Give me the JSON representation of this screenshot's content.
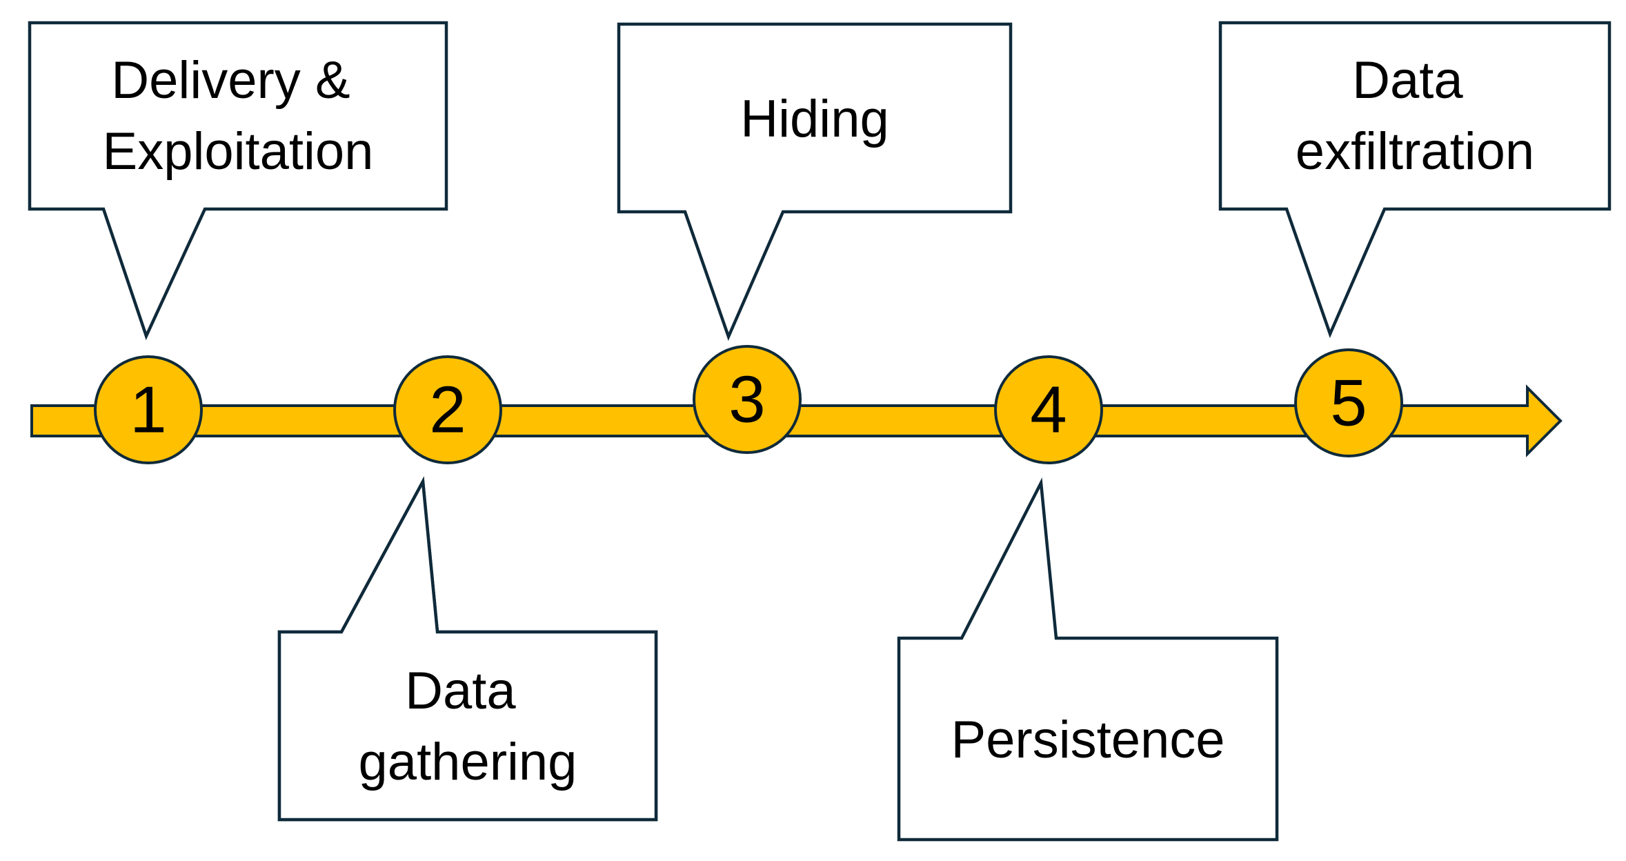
{
  "colors": {
    "arrow_fill": "#ffc000",
    "outline": "#0f2a3a",
    "text": "#000000",
    "background": "#ffffff"
  },
  "steps": [
    {
      "number": "1",
      "label_lines": [
        "Delivery &",
        "Exploitation"
      ]
    },
    {
      "number": "2",
      "label_lines": [
        "Data",
        "gathering"
      ]
    },
    {
      "number": "3",
      "label_lines": [
        "Hiding"
      ]
    },
    {
      "number": "4",
      "label_lines": [
        "Persistence"
      ]
    },
    {
      "number": "5",
      "label_lines": [
        "Data",
        "exfiltration"
      ]
    }
  ]
}
